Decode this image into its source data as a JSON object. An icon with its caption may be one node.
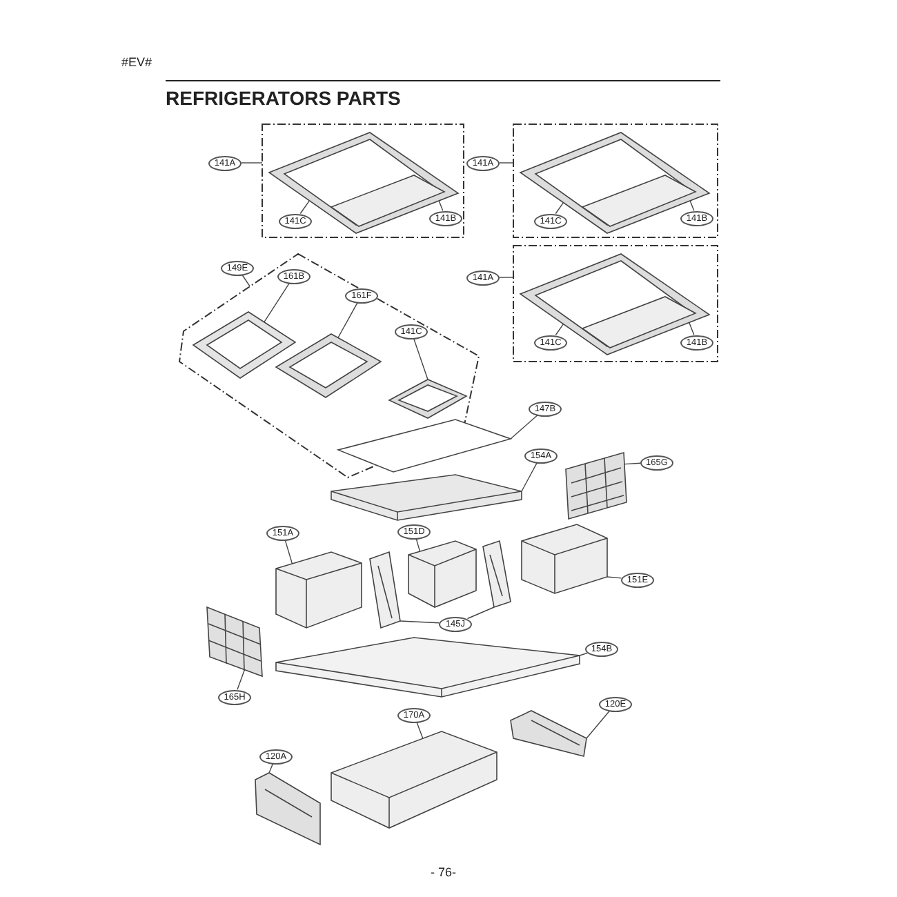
{
  "diagram": {
    "title": "REFRIGERATORS PARTS",
    "nodes": [
      {
        "text": [],
        "shape": "box"
      },
      {
        "text": [
          "141A"
        ]
      },
      {
        "text": [
          "141C"
        ],
        "in": 0
      },
      {
        "text": [
          "141B"
        ],
        "in": 0
      },
      {
        "text": [],
        "shape": "picture",
        "in": 0
      },
      {
        "text": [],
        "shape": "box"
      },
      {
        "text": [
          "141A"
        ]
      },
      {
        "text": [
          "141C"
        ],
        "in": 5
      },
      {
        "text": [
          "141B"
        ],
        "in": 5
      },
      {
        "text": [],
        "shape": "picture",
        "in": 5
      },
      {
        "text": [],
        "shape": "box"
      },
      {
        "text": [
          "149E"
        ]
      },
      {
        "text": [
          "161B"
        ],
        "in": 10
      },
      {
        "text": [
          "161F"
        ],
        "in": 10
      },
      {
        "text": [
          "141C"
        ],
        "in": 10
      },
      {
        "text": [],
        "shape": "picture",
        "in": 10
      },
      {
        "text": [],
        "shape": "picture",
        "in": 10
      },
      {
        "text": [],
        "shape": "picture",
        "in": 10
      },
      {
        "text": [],
        "shape": "box"
      },
      {
        "text": [
          "141A"
        ]
      },
      {
        "text": [
          "141C"
        ],
        "in": 18
      },
      {
        "text": [
          "141B"
        ],
        "in": 18
      },
      {
        "text": [],
        "shape": "picture",
        "in": 18
      },
      {
        "text": [
          "147B"
        ]
      },
      {
        "text": [],
        "shape": "picture"
      },
      {
        "text": [
          "154A"
        ]
      },
      {
        "text": [],
        "shape": "picture"
      },
      {
        "text": [
          "165G"
        ]
      },
      {
        "text": [],
        "shape": "picture"
      },
      {
        "text": [
          "151D"
        ]
      },
      {
        "text": [
          "151A"
        ]
      },
      {
        "text": [
          "151E"
        ]
      },
      {
        "text": [
          "145J"
        ]
      },
      {
        "text": [
          "154B"
        ]
      },
      {
        "text": [
          "165H"
        ]
      },
      {
        "text": [
          "120E"
        ]
      },
      {
        "text": [
          "170A"
        ]
      },
      {
        "text": [
          "120A"
        ]
      },
      {
        "text": [],
        "shape": "picture"
      },
      {
        "text": [],
        "shape": "picture"
      },
      {
        "text": [],
        "shape": "picture"
      },
      {
        "text": [],
        "shape": "picture"
      },
      {
        "text": [],
        "shape": "picture"
      },
      {
        "text": [],
        "shape": "picture"
      },
      {
        "text": [],
        "shape": "picture"
      },
      {
        "text": [],
        "shape": "picture"
      },
      {
        "text": [],
        "shape": "picture"
      },
      {
        "text": [],
        "shape": "picture"
      }
    ],
    "edges": [
      {
        "from": 1,
        "to": 0,
        "arrow": "none"
      },
      {
        "from": 2,
        "to": 4,
        "arrow": "none"
      },
      {
        "from": 3,
        "to": 4,
        "arrow": "none"
      },
      {
        "from": 6,
        "to": 5,
        "arrow": "none"
      },
      {
        "from": 7,
        "to": 9,
        "arrow": "none"
      },
      {
        "from": 8,
        "to": 9,
        "arrow": "none"
      },
      {
        "from": 11,
        "to": 10,
        "arrow": "none"
      },
      {
        "from": 12,
        "to": 15,
        "arrow": "none"
      },
      {
        "from": 13,
        "to": 16,
        "arrow": "none"
      },
      {
        "from": 14,
        "to": 17,
        "arrow": "none"
      },
      {
        "from": 19,
        "to": 18,
        "arrow": "none"
      },
      {
        "from": 20,
        "to": 22,
        "arrow": "none"
      },
      {
        "from": 21,
        "to": 22,
        "arrow": "none"
      },
      {
        "from": 23,
        "to": 24,
        "arrow": "none"
      },
      {
        "from": 25,
        "to": 26,
        "arrow": "none"
      },
      {
        "from": 27,
        "to": 28,
        "arrow": "none"
      },
      {
        "from": 29,
        "to": 39,
        "arrow": "none"
      },
      {
        "from": 30,
        "to": 40,
        "arrow": "none"
      },
      {
        "from": 31,
        "to": 38,
        "arrow": "none"
      },
      {
        "from": 32,
        "to": 41,
        "arrow": "none"
      },
      {
        "from": 32,
        "to": 42,
        "arrow": "none"
      },
      {
        "from": 33,
        "to": 43,
        "arrow": "none"
      },
      {
        "from": 34,
        "to": 44,
        "arrow": "none"
      },
      {
        "from": 35,
        "to": 45,
        "arrow": "none"
      },
      {
        "from": 36,
        "to": 46,
        "arrow": "none"
      },
      {
        "from": 37,
        "to": 47,
        "arrow": "none"
      }
    ],
    "labels": [
      "#EV#",
      "- 76-"
    ]
  }
}
